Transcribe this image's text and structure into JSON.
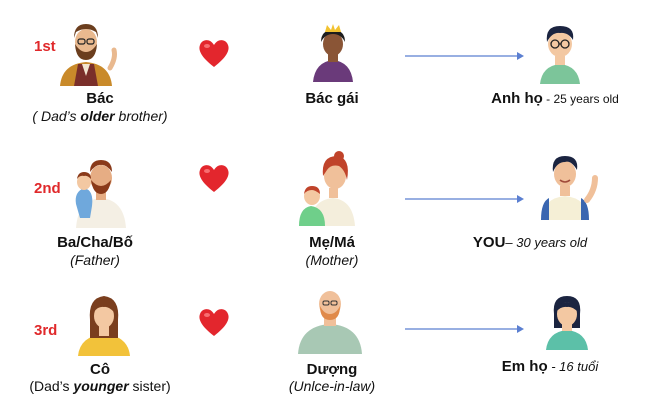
{
  "rows": [
    {
      "ordinal": "1st",
      "left": {
        "name": "Bác",
        "sub_pre": "( Dad’s ",
        "sub_bold": "older",
        "sub_post": " brother)"
      },
      "middle": {
        "name": "Bác gái"
      },
      "right": {
        "name": "Anh họ",
        "detail": " - 25 years old"
      }
    },
    {
      "ordinal": "2nd",
      "left": {
        "name": "Ba/Cha/Bố",
        "sub": "(Father)"
      },
      "middle": {
        "name": "Mẹ/Má",
        "sub": "(Mother)"
      },
      "right": {
        "name": "YOU",
        "detail": "– 30 years old"
      }
    },
    {
      "ordinal": "3rd",
      "left": {
        "name": "Cô",
        "sub_pre": "(Dad’s ",
        "sub_bold": "younger",
        "sub_post": " sister)"
      },
      "middle": {
        "name": "Dượng",
        "sub": "(Unlce-in-law)"
      },
      "right": {
        "name": "Em họ",
        "detail": " - 16 tuổi"
      }
    }
  ],
  "icons": {
    "heart": "heart-icon",
    "arrow": "arrow-right-icon"
  },
  "colors": {
    "ordinal": "#e0292b",
    "heart": "#e3262d",
    "arrow": "#5b7fd1"
  }
}
